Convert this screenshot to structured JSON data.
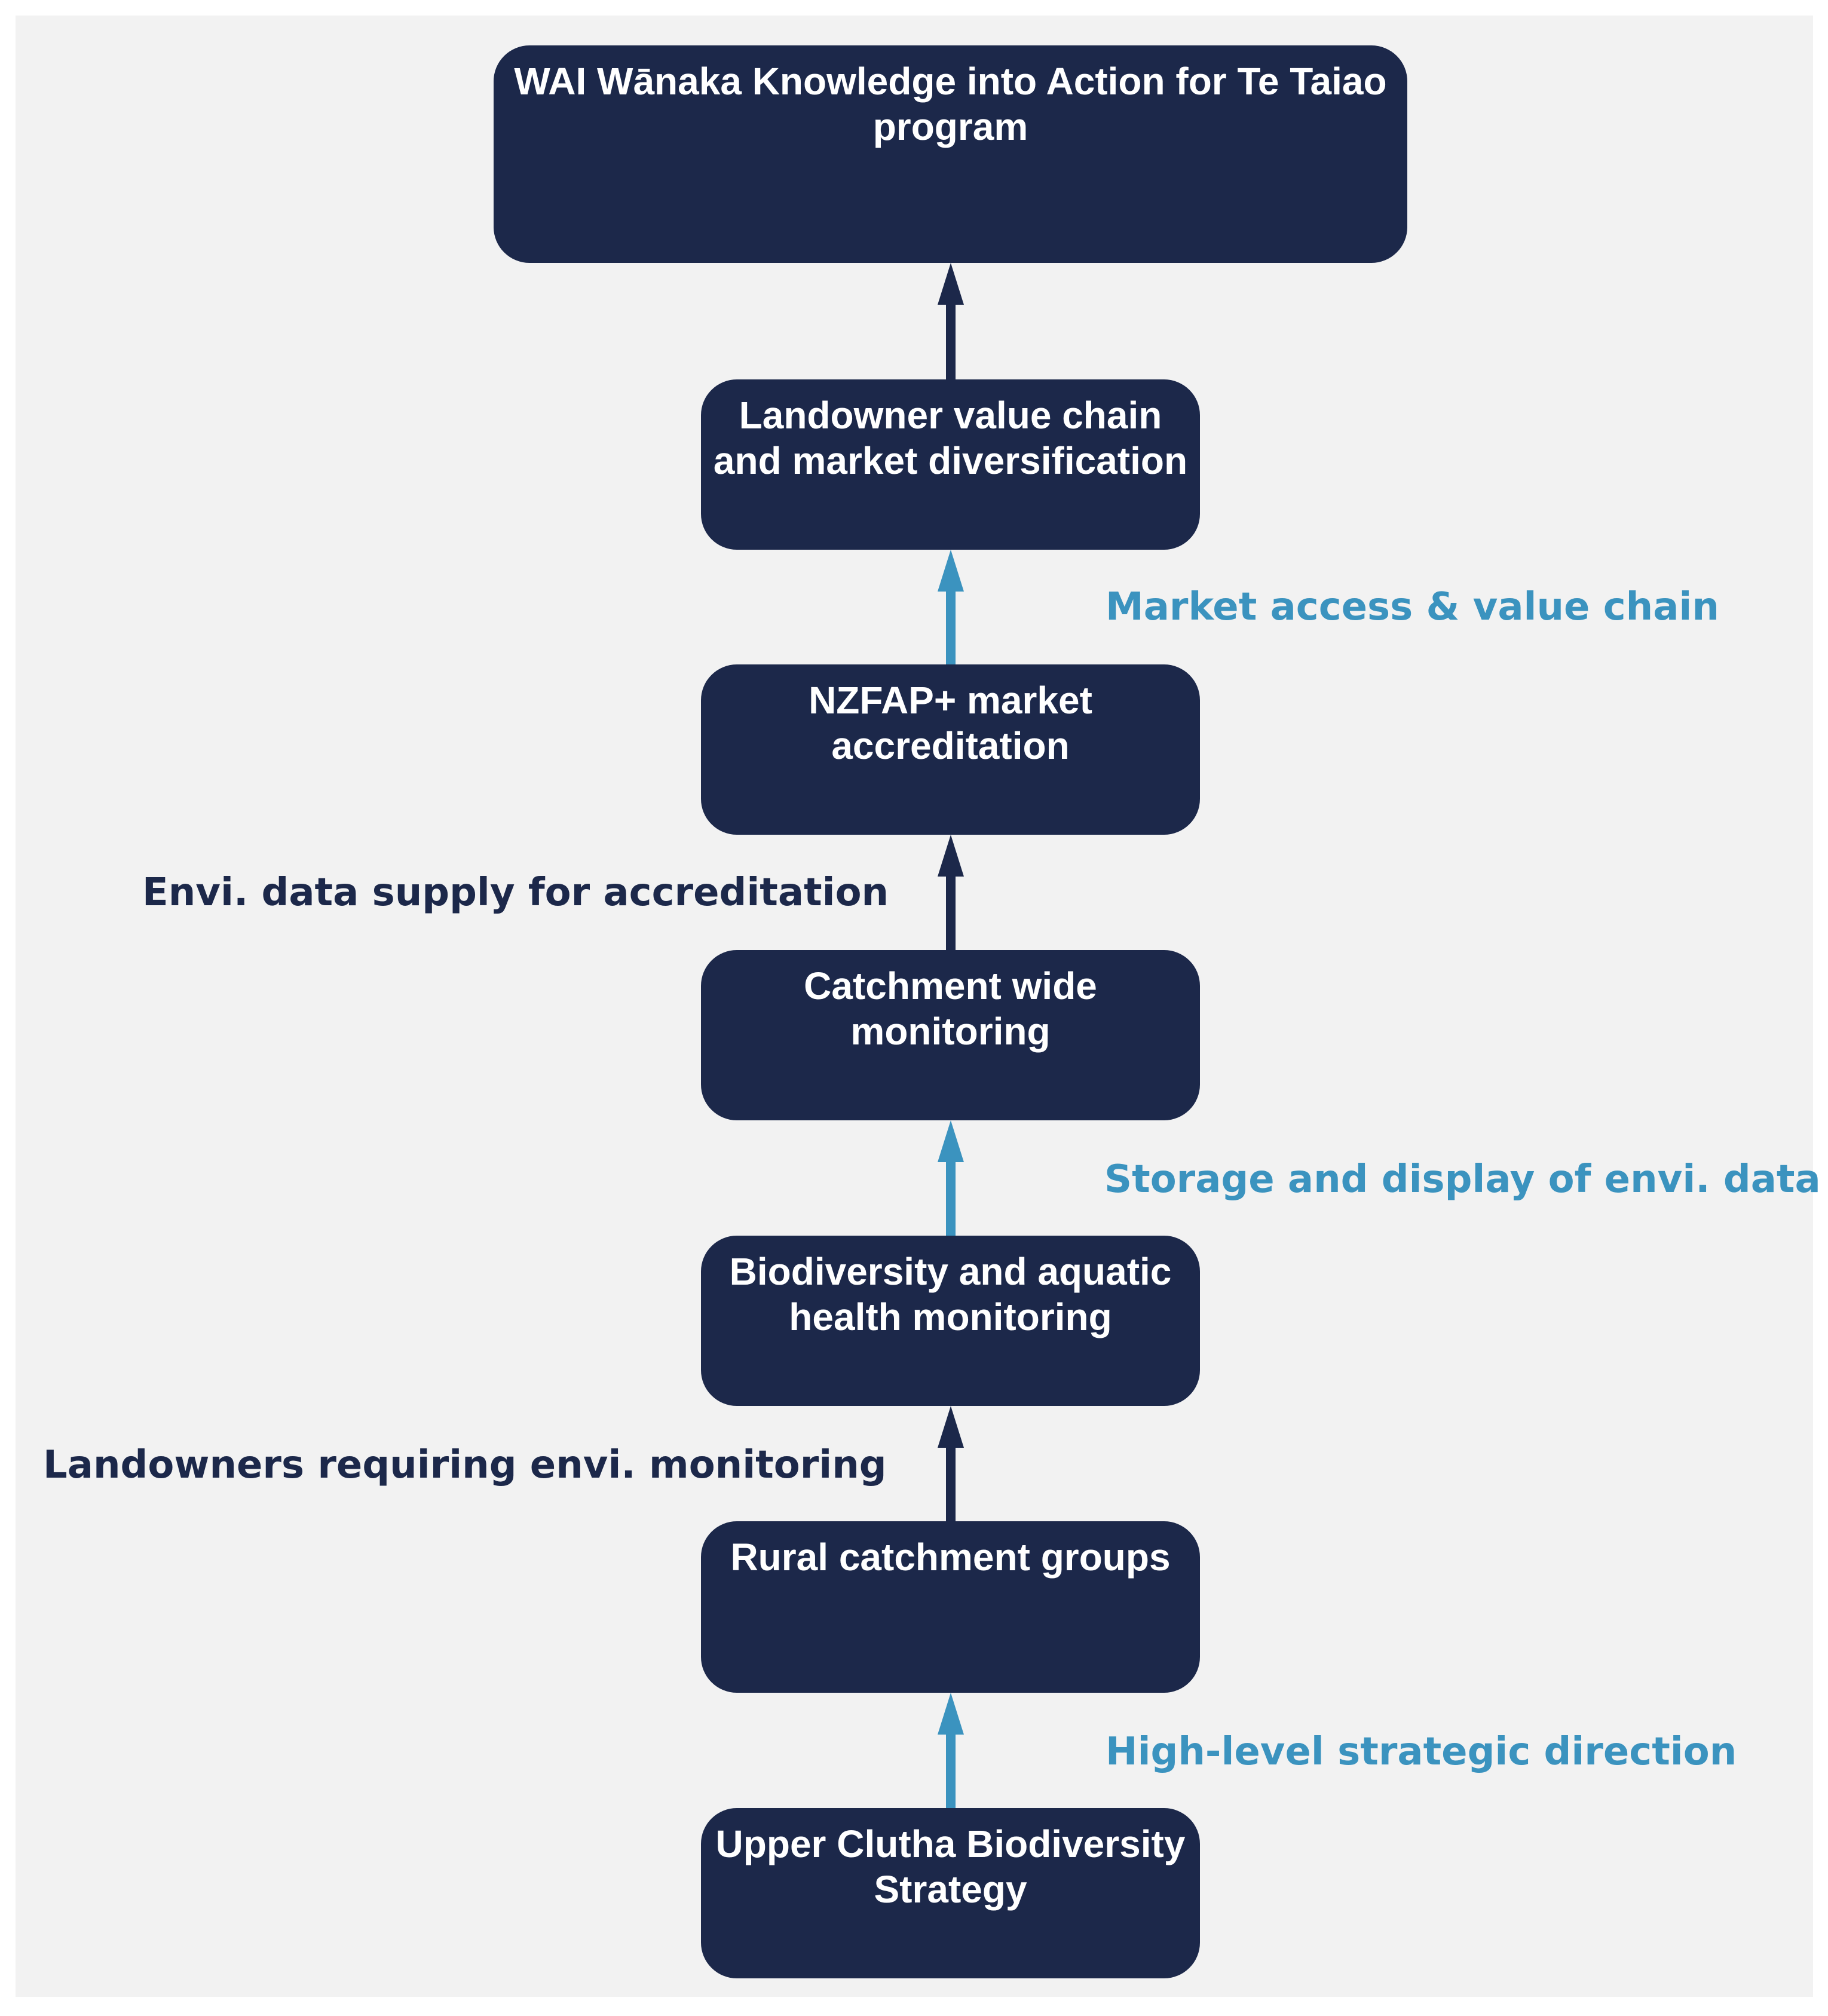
{
  "colors": {
    "node_fill": "#1c284a",
    "node_text": "#ffffff",
    "background": "#f2f2f2",
    "dark_arrow": "#1c284a",
    "blue_arrow": "#3b93bf",
    "dark_label": "#1c284a",
    "blue_label": "#3b93bf"
  },
  "nodes": {
    "program": "WAI Wānaka Knowledge into Action for Te Taiao program",
    "value_chain": "Landowner value chain and market diversification",
    "nzfap": "NZFAP+ market accreditation",
    "catchment_monitoring": "Catchment wide monitoring",
    "biodiversity_monitoring": "Biodiversity and aquatic health monitoring",
    "rural_groups": "Rural catchment groups",
    "strategy": "Upper Clutha Biodiversity Strategy"
  },
  "labels": {
    "market_access": "Market access & value chain",
    "envi_data_supply": "Envi. data supply for accreditation",
    "storage_display": "Storage and display of envi. data",
    "landowners_monitoring": "Landowners requiring envi. monitoring",
    "strategic_direction": "High-level strategic direction"
  }
}
